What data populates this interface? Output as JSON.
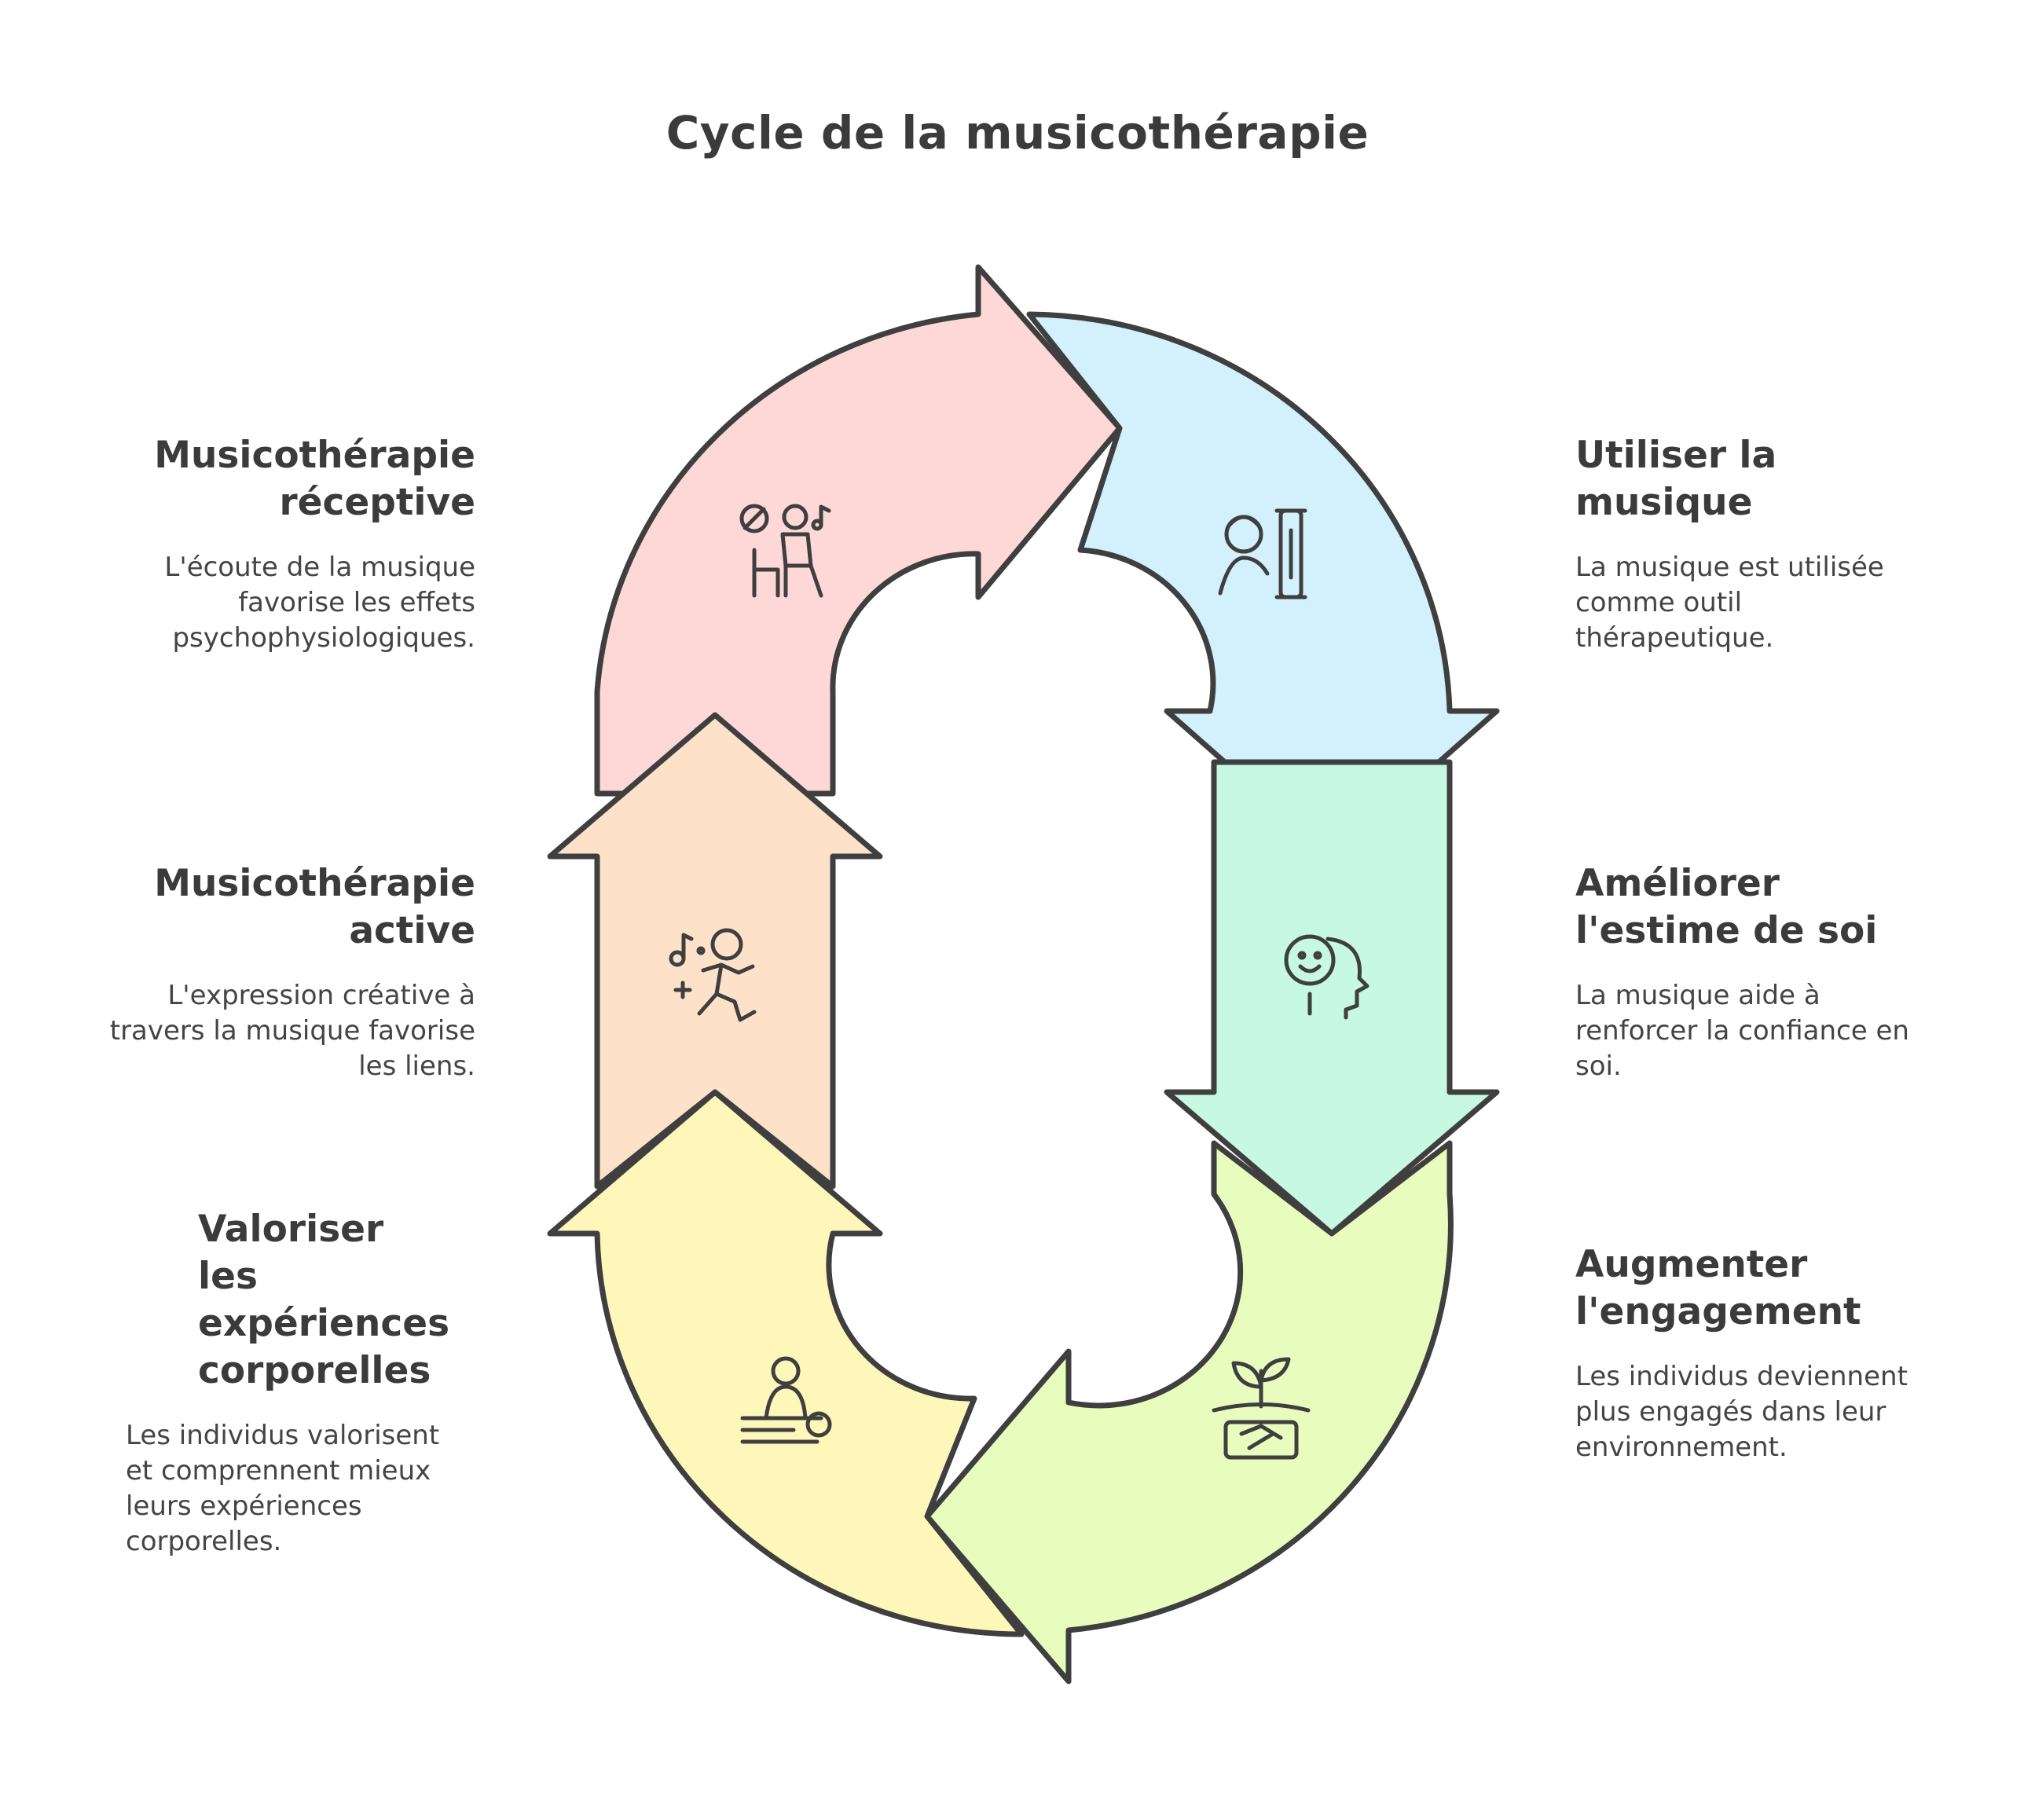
{
  "title": "Cycle de la musicothérapie",
  "colors": {
    "outline": "#3f3f3f",
    "segment_receptive": "#fdd8d6",
    "segment_music": "#d3f1fd",
    "segment_esteem": "#c6f8e3",
    "segment_engagement": "#e7fcbd",
    "segment_body": "#fef7b9",
    "segment_active": "#fde1c9"
  },
  "steps": [
    {
      "id": "receptive",
      "title": "Musicothérapie réceptive",
      "description": "L'écoute de la musique favorise les effets psychophysiologiques.",
      "icon": "listening-person-icon"
    },
    {
      "id": "music",
      "title": "Utiliser la musique",
      "description": "La musique est utilisée comme outil thérapeutique.",
      "icon": "therapist-instrument-icon"
    },
    {
      "id": "esteem",
      "title": "Améliorer l'estime de soi",
      "description": "La musique aide à renforcer la confiance en soi.",
      "icon": "smiling-head-icon"
    },
    {
      "id": "engagement",
      "title": "Augmenter l'engagement",
      "description": "Les individus deviennent plus engagés dans leur environnement.",
      "icon": "handshake-plant-icon"
    },
    {
      "id": "body",
      "title": "Valoriser les expériences corporelles",
      "description": "Les individus valorisent et comprennent mieux leurs expériences corporelles.",
      "icon": "massage-therapy-icon"
    },
    {
      "id": "active",
      "title": "Musicothérapie active",
      "description": "L'expression créative à travers la musique favorise les liens.",
      "icon": "dancing-person-icon"
    }
  ]
}
